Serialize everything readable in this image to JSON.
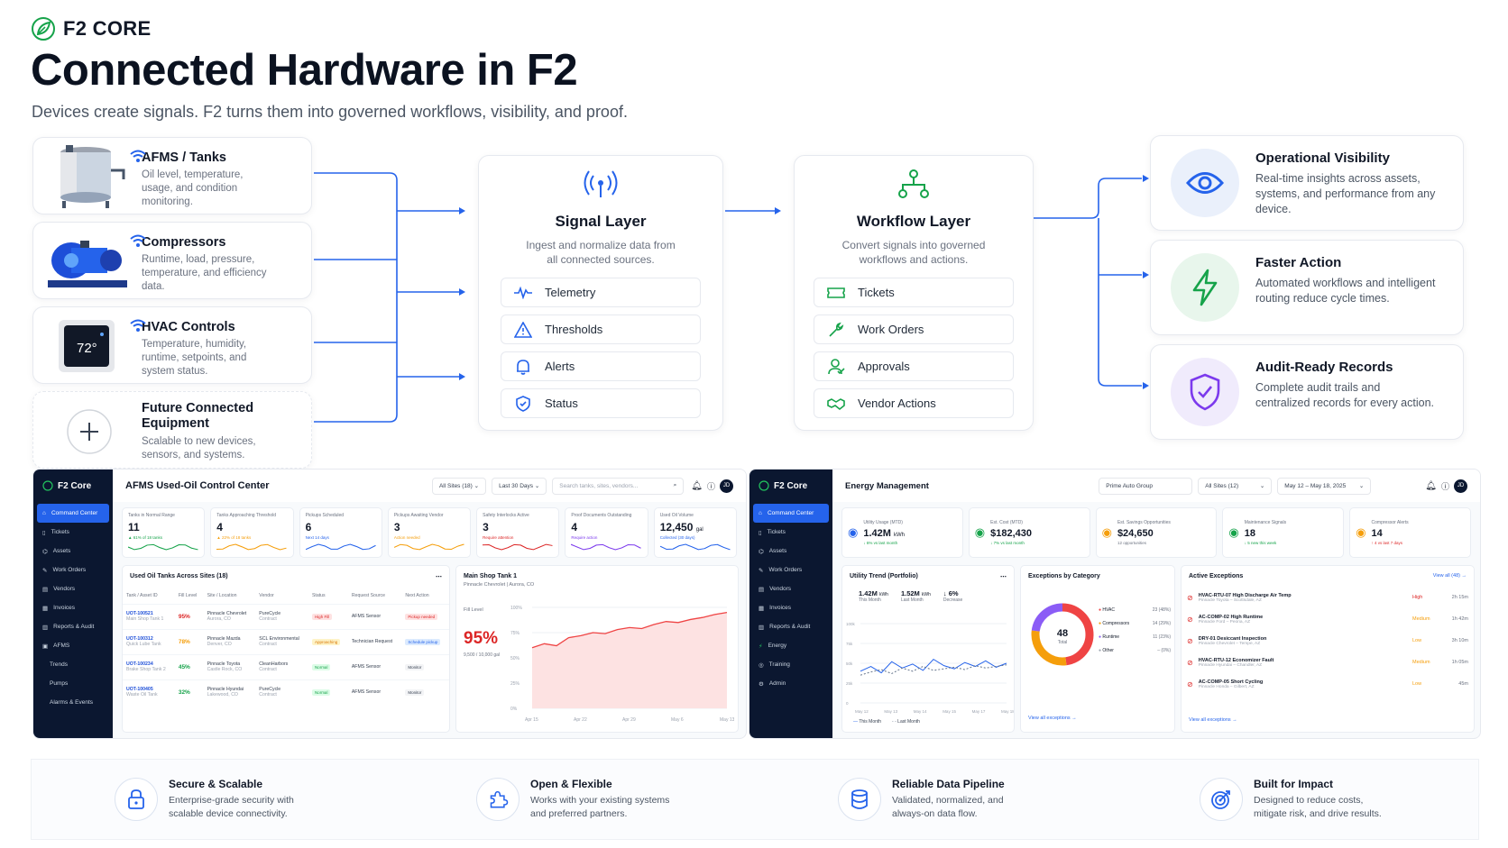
{
  "brand": {
    "name": "F2 CORE"
  },
  "hero": {
    "title": "Connected Hardware in F2",
    "subtitle": "Devices create signals. F2 turns them into governed workflows, visibility, and proof."
  },
  "devices": [
    {
      "title": "AFMS / Tanks",
      "desc": "Oil level, temperature, usage, and condition monitoring."
    },
    {
      "title": "Compressors",
      "desc": "Runtime, load, pressure, temperature, and efficiency data."
    },
    {
      "title": "HVAC Controls",
      "desc": "Temperature, humidity, runtime, setpoints, and system status.",
      "display": "72°"
    },
    {
      "title": "Future Connected Equipment",
      "desc": "Scalable to new devices, sensors, and systems."
    }
  ],
  "signal_layer": {
    "title": "Signal Layer",
    "desc": "Ingest and normalize data from all connected sources.",
    "items": [
      "Telemetry",
      "Thresholds",
      "Alerts",
      "Status"
    ]
  },
  "workflow_layer": {
    "title": "Workflow Layer",
    "desc": "Convert signals into governed workflows and actions.",
    "items": [
      "Tickets",
      "Work Orders",
      "Approvals",
      "Vendor Actions"
    ]
  },
  "benefits": [
    {
      "title": "Operational Visibility",
      "desc": "Real-time insights across assets, systems, and performance from any device."
    },
    {
      "title": "Faster Action",
      "desc": "Automated workflows and intelligent routing reduce cycle times."
    },
    {
      "title": "Audit-Ready Records",
      "desc": "Complete audit trails and centralized records for every action."
    }
  ],
  "dash1": {
    "logo": "F2 Core",
    "title": "AFMS Used-Oil Control Center",
    "filters": [
      "All Sites (18)",
      "Last 30 Days"
    ],
    "search_placeholder": "Search tanks, sites, vendors...",
    "avatar": "JD",
    "nav": [
      "Command Center",
      "Tickets",
      "Assets",
      "Work Orders",
      "Vendors",
      "Invoices",
      "Reports & Audit",
      "AFMS",
      "Trends",
      "Pumps",
      "Alarms & Events"
    ],
    "kpis": [
      {
        "label": "Tanks in Normal Range",
        "value": "11",
        "sub": "▲ 61% of 18 tanks"
      },
      {
        "label": "Tanks Approaching Threshold",
        "value": "4",
        "sub": "▲ 22% of 18 tanks"
      },
      {
        "label": "Pickups Scheduled",
        "value": "6",
        "sub": "Next 14 days"
      },
      {
        "label": "Pickups Awaiting Vendor",
        "value": "3",
        "sub": "Action needed"
      },
      {
        "label": "Safety Interlocks Active",
        "value": "3",
        "sub": "Require attention"
      },
      {
        "label": "Proof Documents Outstanding",
        "value": "4",
        "sub": "Require action"
      },
      {
        "label": "Used Oil Volume",
        "value": "12,450",
        "unit": "gal",
        "sub": "Collected (30 days)"
      }
    ],
    "table_title": "Used Oil Tanks Across Sites (18)",
    "table_headers": [
      "Tank / Asset ID",
      "Fill Level",
      "Site / Location",
      "Vendor",
      "Status",
      "Request Source",
      "Next Action"
    ],
    "rows": [
      {
        "id": "UOT-100521",
        "sub": "Main Shop Tank 1",
        "fill": "95%",
        "site": "Pinnacle Chevrolet",
        "site_sub": "Aurora, CO",
        "vendor": "PureCycle",
        "vendor_sub": "Contract",
        "status": "High Fill",
        "source": "AFMS Sensor",
        "action": "Pickup needed"
      },
      {
        "id": "UOT-100312",
        "sub": "Quick Lube Tank",
        "fill": "78%",
        "site": "Pinnacle Mazda",
        "site_sub": "Denver, CO",
        "vendor": "SCL Environmental",
        "vendor_sub": "Contract",
        "status": "Approaching",
        "source": "Technician Request",
        "action": "Schedule pickup"
      },
      {
        "id": "UOT-100234",
        "sub": "Brake Shop Tank 2",
        "fill": "45%",
        "site": "Pinnacle Toyota",
        "site_sub": "Castle Rock, CO",
        "vendor": "CleanHarbors",
        "vendor_sub": "Contract",
        "status": "Normal",
        "source": "AFMS Sensor",
        "action": "Monitor"
      },
      {
        "id": "UOT-100405",
        "sub": "Waste Oil Tank",
        "fill": "32%",
        "site": "Pinnacle Hyundai",
        "site_sub": "Lakewood, CO",
        "vendor": "PureCycle",
        "vendor_sub": "Contract",
        "status": "Normal",
        "source": "AFMS Sensor",
        "action": "Monitor"
      }
    ],
    "detail": {
      "title": "Main Shop Tank 1",
      "location": "Pinnacle Chevrolet | Aurora, CO",
      "label": "Fill Level",
      "value": "95%",
      "gal": "9,500 / 10,000 gal"
    }
  },
  "chart_data": [
    {
      "type": "area",
      "title": "Fill Level",
      "x": [
        "Apr 15",
        "Apr 22",
        "Apr 29",
        "May 6",
        "May 13"
      ],
      "yticks": [
        "100%",
        "75%",
        "50%",
        "25%",
        "0%"
      ],
      "ylim": [
        0,
        100
      ],
      "series": [
        {
          "values": [
            60,
            64,
            62,
            70,
            72,
            75,
            74,
            78,
            80,
            79,
            83,
            86,
            85,
            88,
            90,
            93,
            95
          ]
        }
      ]
    },
    {
      "type": "line",
      "title": "Utility Trend (Portfolio)",
      "x": [
        "May 12",
        "May 13",
        "May 14",
        "May 15",
        "May 17",
        "May 18"
      ],
      "yticks": [
        "100k",
        "75k",
        "50k",
        "25k",
        "0"
      ],
      "ylim": [
        0,
        100000
      ],
      "series": [
        {
          "name": "This Month",
          "values": [
            40000,
            46000,
            38000,
            52000,
            44000,
            49000,
            41000,
            55000,
            47000,
            43000,
            51000,
            46000,
            53000,
            45000,
            50000
          ]
        },
        {
          "name": "Last Month",
          "values": [
            35000,
            39000,
            42000,
            37000,
            44000,
            40000,
            46000,
            41000,
            43000,
            45000,
            42000,
            47000,
            44000,
            46000,
            48000
          ]
        }
      ]
    },
    {
      "type": "pie",
      "title": "Exceptions by Category",
      "total": "48",
      "total_label": "Total",
      "categories": [
        "HVAC",
        "Compressors",
        "Runtime",
        "Other"
      ],
      "values": [
        23,
        14,
        11,
        0
      ],
      "labels": [
        "23 (48%)",
        "14 (29%)",
        "11 (23%)",
        "– (0%)"
      ],
      "colors": [
        "#ef4444",
        "#f59e0b",
        "#8b5cf6",
        "#9ca3af"
      ]
    }
  ],
  "dash2": {
    "logo": "F2 Core",
    "title": "Energy Management",
    "filters": [
      "Prime Auto Group",
      "All Sites (12)",
      "May 12 – May 18, 2025"
    ],
    "avatar": "JD",
    "nav": [
      "Command Center",
      "Tickets",
      "Assets",
      "Work Orders",
      "Vendors",
      "Invoices",
      "Reports & Audit",
      "Energy",
      "Training",
      "Admin"
    ],
    "kpis": [
      {
        "label": "Utility Usage (MTD)",
        "value": "1.42M",
        "unit": "kWh",
        "sub": "↓ 6% vs last month"
      },
      {
        "label": "Est. Cost (MTD)",
        "value": "$182,430",
        "sub": "↓ 7% vs last month"
      },
      {
        "label": "Est. Savings Opportunities",
        "value": "$24,650",
        "sub": "12 opportunities"
      },
      {
        "label": "Maintenance Signals",
        "value": "18",
        "sub": "↓ 5 new this week"
      },
      {
        "label": "Compressor Alerts",
        "value": "14",
        "sub": "↑ 4 vs last 7 days"
      }
    ],
    "trend_stats": [
      {
        "value": "1.42M",
        "unit": "kWh",
        "label": "This Month"
      },
      {
        "value": "1.52M",
        "unit": "kWh",
        "label": "Last Month"
      },
      {
        "value": "↓ 6%",
        "label": "Decrease"
      }
    ],
    "exceptions_link": "View all exceptions →",
    "active_title": "Active Exceptions",
    "view_all": "View all (48) →",
    "exceptions": [
      {
        "name": "HVAC-RTU-07 High Discharge Air Temp",
        "site": "Pinnacle Toyota – Scottsdale, AZ",
        "sev": "High",
        "time": "2h 15m"
      },
      {
        "name": "AC-COMP-02 High Runtime",
        "site": "Pinnacle Ford – Peoria, AZ",
        "sev": "Medium",
        "time": "1h 42m"
      },
      {
        "name": "DRY-01 Desiccant Inspection",
        "site": "Pinnacle Chevrolet – Tempe, AZ",
        "sev": "Low",
        "time": "3h 10m"
      },
      {
        "name": "HVAC-RTU-12 Economizer Fault",
        "site": "Pinnacle Hyundai – Chandler, AZ",
        "sev": "Medium",
        "time": "1h 05m"
      },
      {
        "name": "AC-COMP-05 Short Cycling",
        "site": "Pinnacle Honda – Gilbert, AZ",
        "sev": "Low",
        "time": "45m"
      }
    ]
  },
  "features": [
    {
      "title": "Secure & Scalable",
      "desc1": "Enterprise-grade security with",
      "desc2": "scalable device connectivity."
    },
    {
      "title": "Open & Flexible",
      "desc1": "Works with your existing systems",
      "desc2": "and preferred partners."
    },
    {
      "title": "Reliable Data Pipeline",
      "desc1": "Validated, normalized, and",
      "desc2": "always-on data flow."
    },
    {
      "title": "Built for Impact",
      "desc1": "Designed to reduce costs,",
      "desc2": "mitigate risk, and drive results."
    }
  ],
  "colors": {
    "accent": "#2563eb",
    "success": "#16a34a",
    "purple": "#7c3aed",
    "dark": "#0b1730"
  }
}
